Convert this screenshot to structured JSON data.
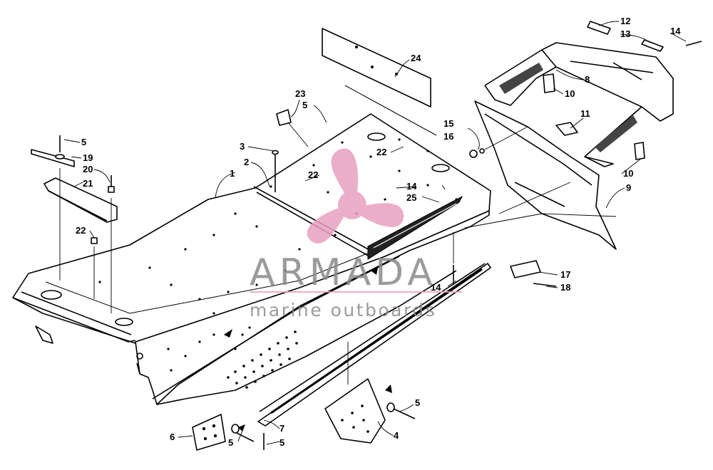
{
  "watermark": {
    "brand": "ARMADA",
    "tagline": "marine outboards",
    "logo_color": "#e8a0bf",
    "text_color": "#8a8a8a"
  },
  "callouts": [
    {
      "id": "c1",
      "label": "1"
    },
    {
      "id": "c2",
      "label": "2"
    },
    {
      "id": "c3",
      "label": "3"
    },
    {
      "id": "c4",
      "label": "4"
    },
    {
      "id": "c5a",
      "label": "5"
    },
    {
      "id": "c5b",
      "label": "5"
    },
    {
      "id": "c5c",
      "label": "5"
    },
    {
      "id": "c5d",
      "label": "5"
    },
    {
      "id": "c5e",
      "label": "5"
    },
    {
      "id": "c6",
      "label": "6"
    },
    {
      "id": "c7",
      "label": "7"
    },
    {
      "id": "c8",
      "label": "8"
    },
    {
      "id": "c9",
      "label": "9"
    },
    {
      "id": "c10a",
      "label": "10"
    },
    {
      "id": "c10b",
      "label": "10"
    },
    {
      "id": "c11",
      "label": "11"
    },
    {
      "id": "c12",
      "label": "12"
    },
    {
      "id": "c13",
      "label": "13"
    },
    {
      "id": "c14a",
      "label": "14"
    },
    {
      "id": "c14b",
      "label": "14"
    },
    {
      "id": "c14c",
      "label": "14"
    },
    {
      "id": "c15",
      "label": "15"
    },
    {
      "id": "c16",
      "label": "16"
    },
    {
      "id": "c17",
      "label": "17"
    },
    {
      "id": "c18",
      "label": "18"
    },
    {
      "id": "c19",
      "label": "19"
    },
    {
      "id": "c20",
      "label": "20"
    },
    {
      "id": "c21",
      "label": "21"
    },
    {
      "id": "c22a",
      "label": "22"
    },
    {
      "id": "c22b",
      "label": "22"
    },
    {
      "id": "c22c",
      "label": "22"
    },
    {
      "id": "c23",
      "label": "23"
    },
    {
      "id": "c24",
      "label": "24"
    },
    {
      "id": "c25",
      "label": "25"
    }
  ]
}
